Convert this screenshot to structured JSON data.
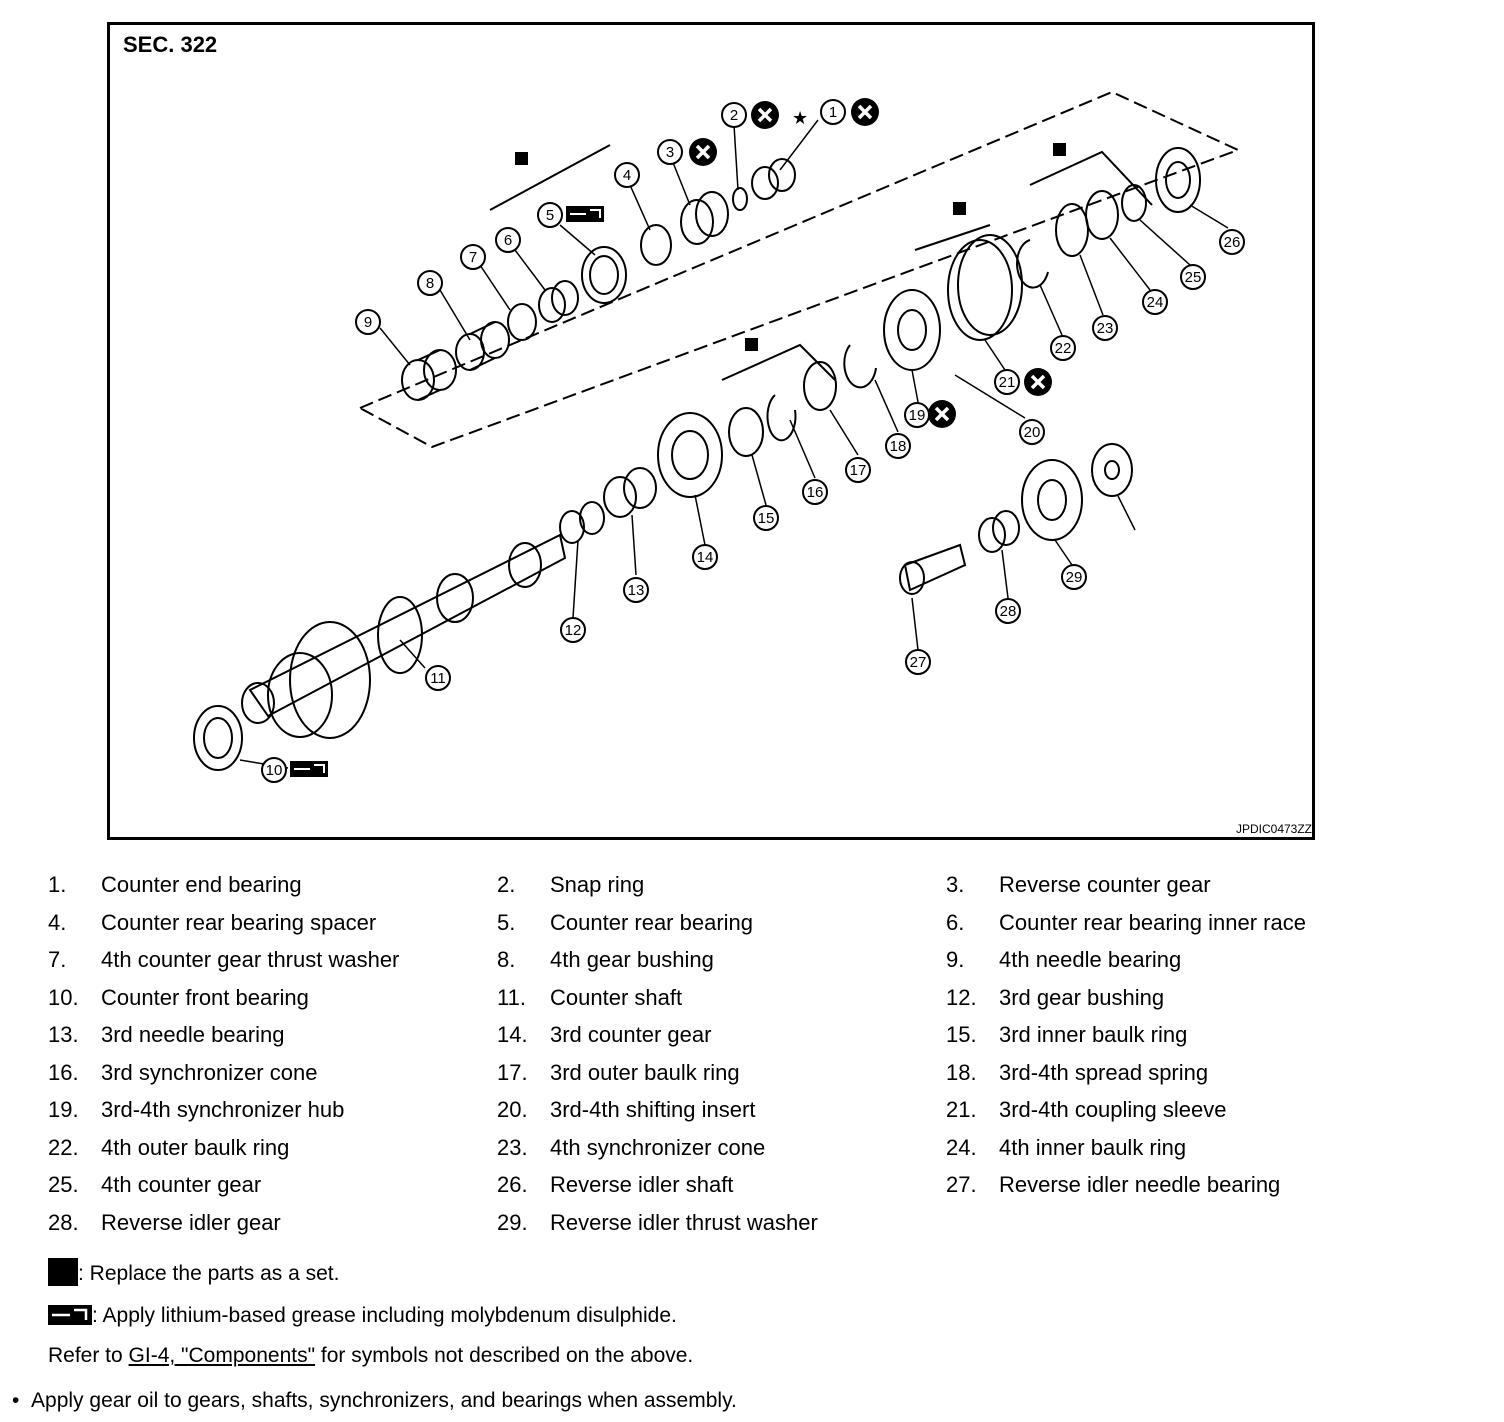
{
  "figure": {
    "section_label": "SEC. 322",
    "figure_code": "JPDIC0473ZZ",
    "callouts": [
      "1",
      "2",
      "3",
      "4",
      "5",
      "6",
      "7",
      "8",
      "9",
      "10",
      "11",
      "12",
      "13",
      "14",
      "15",
      "16",
      "17",
      "18",
      "19",
      "20",
      "21",
      "22",
      "23",
      "24",
      "25",
      "26",
      "27",
      "28",
      "29"
    ]
  },
  "parts": [
    {
      "num": "1.",
      "name": "Counter end bearing"
    },
    {
      "num": "2.",
      "name": "Snap ring"
    },
    {
      "num": "3.",
      "name": "Reverse counter gear"
    },
    {
      "num": "4.",
      "name": "Counter rear bearing spacer"
    },
    {
      "num": "5.",
      "name": "Counter rear bearing"
    },
    {
      "num": "6.",
      "name": "Counter rear bearing inner race"
    },
    {
      "num": "7.",
      "name": "4th counter gear thrust washer"
    },
    {
      "num": "8.",
      "name": "4th gear bushing"
    },
    {
      "num": "9.",
      "name": "4th needle bearing"
    },
    {
      "num": "10.",
      "name": "Counter front bearing"
    },
    {
      "num": "11.",
      "name": "Counter shaft"
    },
    {
      "num": "12.",
      "name": "3rd gear bushing"
    },
    {
      "num": "13.",
      "name": "3rd needle bearing"
    },
    {
      "num": "14.",
      "name": "3rd counter gear"
    },
    {
      "num": "15.",
      "name": "3rd inner baulk ring"
    },
    {
      "num": "16.",
      "name": "3rd synchronizer cone"
    },
    {
      "num": "17.",
      "name": "3rd outer baulk ring"
    },
    {
      "num": "18.",
      "name": "3rd-4th spread spring"
    },
    {
      "num": "19.",
      "name": "3rd-4th synchronizer hub"
    },
    {
      "num": "20.",
      "name": "3rd-4th shifting insert"
    },
    {
      "num": "21.",
      "name": "3rd-4th coupling sleeve"
    },
    {
      "num": "22.",
      "name": "4th outer baulk ring"
    },
    {
      "num": "23.",
      "name": "4th synchronizer cone"
    },
    {
      "num": "24.",
      "name": "4th inner baulk ring"
    },
    {
      "num": "25.",
      "name": "4th counter gear"
    },
    {
      "num": "26.",
      "name": "Reverse idler shaft"
    },
    {
      "num": "27.",
      "name": "Reverse idler needle bearing"
    },
    {
      "num": "28.",
      "name": "Reverse idler gear"
    },
    {
      "num": "29.",
      "name": "Reverse idler thrust washer"
    }
  ],
  "notes": {
    "set_symbol": ": Replace the parts as a set.",
    "grease_symbol": ": Apply lithium-based grease including molybdenum disulphide.",
    "refer_prefix": "Refer to ",
    "refer_link": "GI-4, \"Components\"",
    "refer_suffix": " for symbols not described on the above.",
    "bullet": "•",
    "bullet_text": "Apply gear oil to gears, shafts, synchronizers, and bearings when assembly."
  }
}
